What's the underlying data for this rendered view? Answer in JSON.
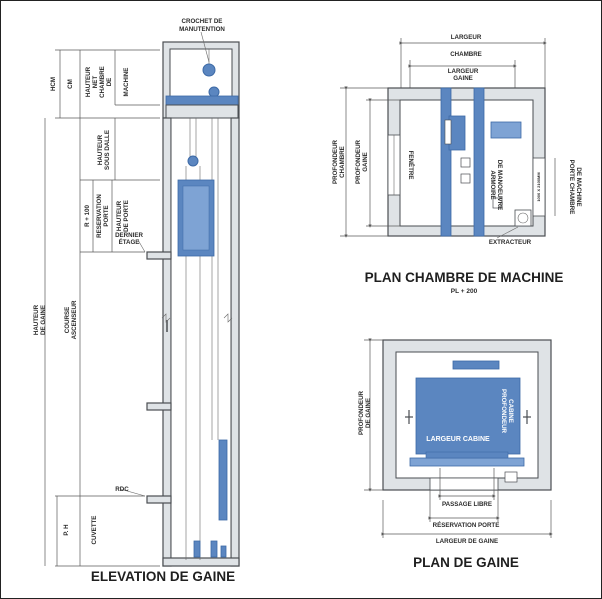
{
  "elevation": {
    "title": "ELEVATION DE GAINE",
    "hook_label_1": "CROCHET DE",
    "hook_label_2": "MANUTENTION",
    "hcm": "HCM",
    "cm": "CM",
    "hauteur_net_1": "HAUTEUR",
    "hauteur_net_2": "NET",
    "hauteur_net_3": "CHAMBRE",
    "hauteur_net_4": "DE",
    "hauteur_net_5": "MACHINE",
    "sous_dalle_1": "HAUTEUR",
    "sous_dalle_2": "SOUS DALLE",
    "r100": "R + 100",
    "reservation_1": "RESERVATION",
    "reservation_2": "PORTE",
    "hauteur_porte_1": "HAUTEUR",
    "hauteur_porte_2": "DE PORTE",
    "dernier_1": "DERNIER",
    "dernier_2": "ÉTAGE",
    "hauteur_gaine_1": "HAUTEUR",
    "hauteur_gaine_2": "DE GAINE",
    "course_1": "COURSE",
    "course_2": "ASCENSEUR",
    "rdc": "RDC",
    "ph": "P. H",
    "cuvette": "CUVETTE"
  },
  "machine_room": {
    "title": "PLAN CHAMBRE DE MACHINE",
    "subtitle": "PL + 200",
    "largeur_chambre_1": "LARGEUR",
    "largeur_chambre_2": "CHAMBRE",
    "largeur_gaine_1": "LARGEUR",
    "largeur_gaine_2": "GAINE",
    "profondeur_chambre_1": "PROFONDEUR",
    "profondeur_chambre_2": "CHAMBRE",
    "profondeur_gaine_1": "PROFONDEUR",
    "profondeur_gaine_2": "GAINE",
    "fenetre": "FENÊTRE",
    "armoire_1": "ARMOIRE",
    "armoire_2": "DE MANOEUVRE",
    "porte_1": "PORTE CHAMBRE",
    "porte_2": "DE MACHINE",
    "porte_dim": "1000 X 2100MM",
    "extracteur": "EXTRACTEUR"
  },
  "shaft_plan": {
    "title": "PLAN DE GAINE",
    "profondeur_gaine_1": "PROFONDEUR",
    "profondeur_gaine_2": "DE GAINE",
    "largeur_cabine": "LARGEUR CABINE",
    "profondeur_cabine_1": "PROFONDEUR",
    "profondeur_cabine_2": "CABINE",
    "passage_libre": "PASSAGE LIBRE",
    "reservation_porte": "RÉSERVATION PORTE",
    "largeur_gaine": "LARGEUR DE GAINE"
  },
  "colors": {
    "accent_blue": "#5b86c0",
    "wall_grey": "#dfe3e6",
    "line": "#4a4e52"
  }
}
